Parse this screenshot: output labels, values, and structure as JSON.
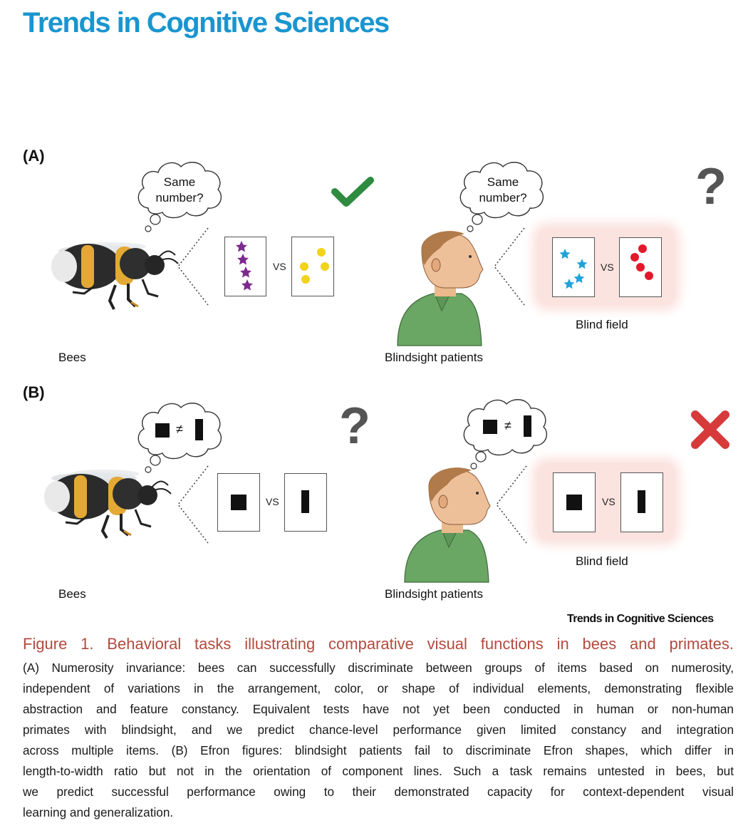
{
  "journal": {
    "name": "Trends in Cognitive Sciences"
  },
  "panel_a": {
    "label": "(A)",
    "bee_thought": [
      "Same",
      "number?"
    ],
    "patient_thought": [
      "Same",
      "number?"
    ],
    "vs_left": "VS",
    "vs_right": "VS",
    "bee_label": "Bees",
    "patient_label": "Blindsight patients",
    "blind_field": "Blind field",
    "bee_result_icon": "checkmark-icon",
    "patient_result_icon": "question-mark-icon",
    "bee_result_color": "#2e8b3f",
    "patient_result_color": "#555555",
    "question_glyph": "?",
    "star_color_purple": "#7b2a8e",
    "dot_color_yellow": "#f3d21a",
    "star_color_blue": "#1fa3dc",
    "dot_color_red": "#e3182b"
  },
  "panel_b": {
    "label": "(B)",
    "neq_symbol": "≠",
    "vs_left": "VS",
    "vs_right": "VS",
    "bee_label": "Bees",
    "patient_label": "Blindsight patients",
    "blind_field": "Blind field",
    "bee_result_icon": "question-mark-icon",
    "patient_result_icon": "cross-icon",
    "bee_result_color": "#555555",
    "patient_result_color": "#d63a3a",
    "question_glyph": "?"
  },
  "figure_credit": "Trends in Cognitive Sciences",
  "caption": {
    "title": "Figure 1. Behavioral tasks illustrating comparative visual functions in bees and primates.",
    "lines": [
      "(A) Numerosity invariance: bees can successfully discriminate between groups of items based on numerosity,",
      "independent of variations in the arrangement, color, or shape of individual elements, demonstrating flexible",
      "abstraction and feature constancy. Equivalent tests have not yet been conducted in human or non-human",
      "primates with blindsight, and we predict chance-level performance given limited constancy and integration",
      "across multiple items. (B) Efron figures: blindsight patients fail to discriminate Efron shapes, which differ in",
      "length-to-width ratio but not in the orientation of component lines. Such a task remains untested in bees, but",
      "we predict successful performance owing to their demonstrated capacity for context-dependent visual",
      "learning and generalization."
    ]
  }
}
